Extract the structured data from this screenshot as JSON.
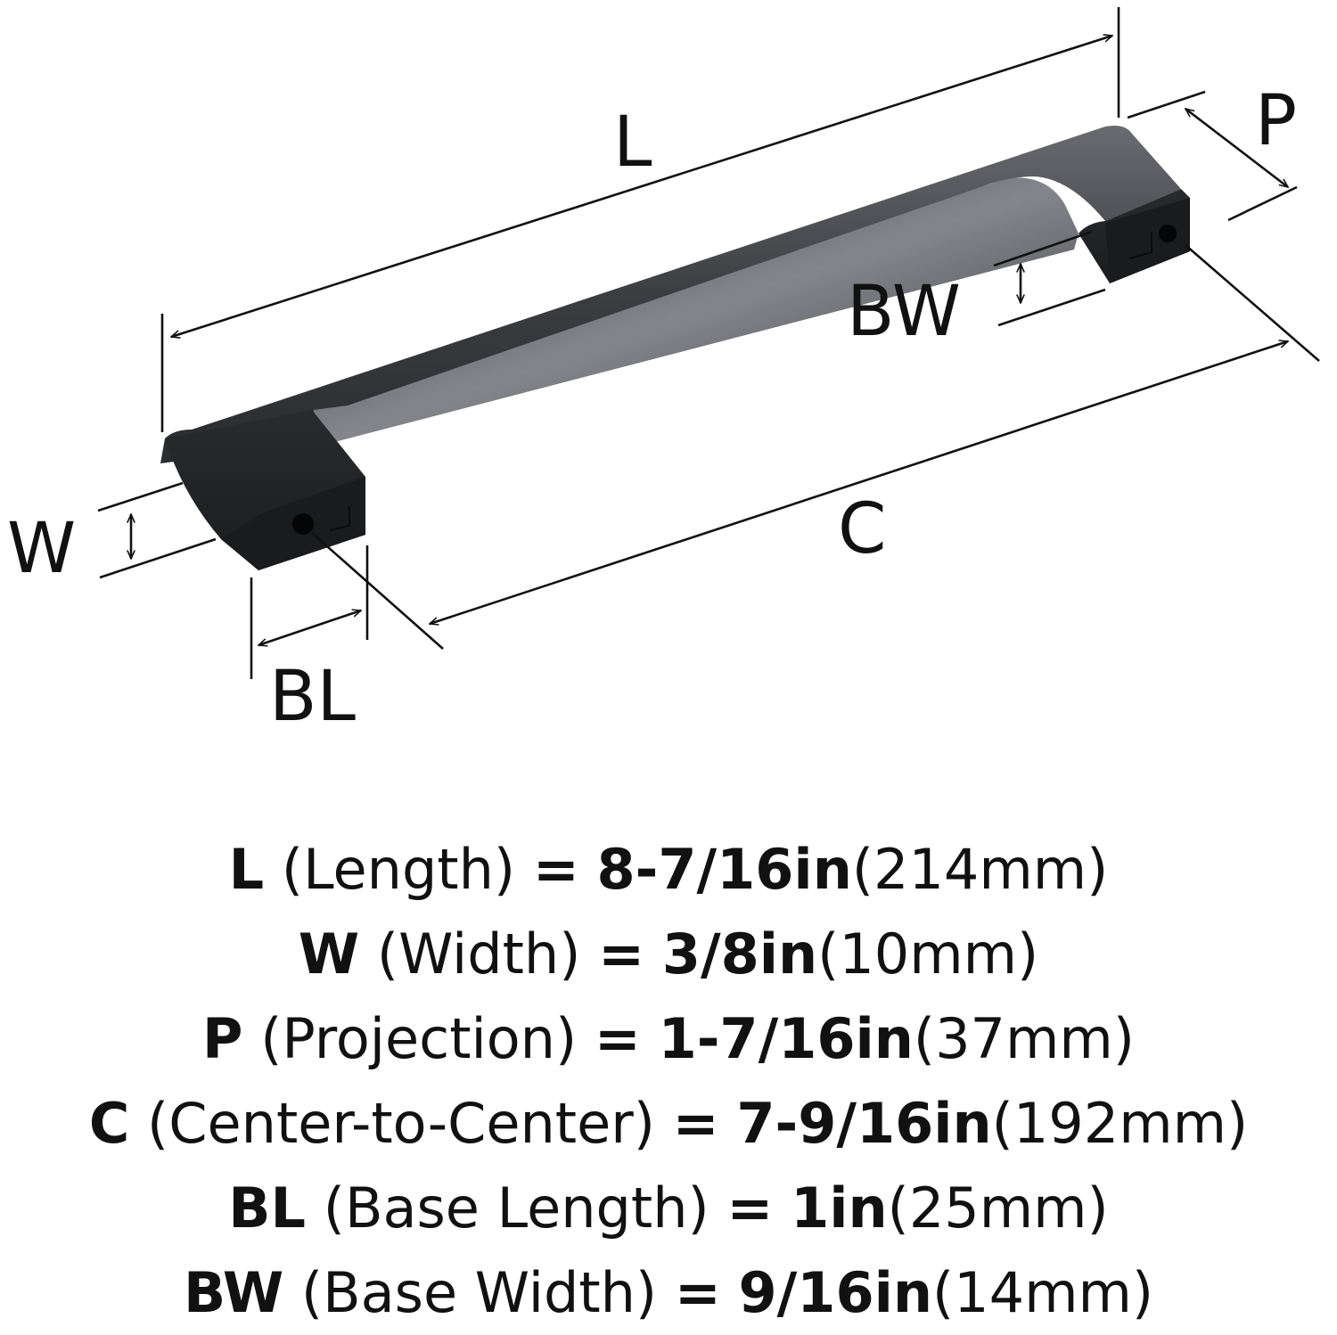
{
  "diagram": {
    "labels": {
      "L": "L",
      "P": "P",
      "BW": "BW",
      "W": "W",
      "C": "C",
      "BL": "BL"
    }
  },
  "specs": [
    {
      "key": "L",
      "name": "(Length)",
      "eq": "=",
      "imperial": "8-7/16in",
      "metric": "(214mm)"
    },
    {
      "key": "W",
      "name": "(Width)",
      "eq": "=",
      "imperial": "3/8in",
      "metric": "(10mm)"
    },
    {
      "key": "P",
      "name": "(Projection)",
      "eq": "=",
      "imperial": "1-7/16in",
      "metric": "(37mm)"
    },
    {
      "key": "C",
      "name": "(Center-to-Center)",
      "eq": "=",
      "imperial": "7-9/16in",
      "metric": "(192mm)"
    },
    {
      "key": "BL",
      "name": "(Base Length)",
      "eq": "=",
      "imperial": "1in",
      "metric": "(25mm)"
    },
    {
      "key": "BW",
      "name": "(Base Width)",
      "eq": "=",
      "imperial": "9/16in",
      "metric": "(14mm)"
    }
  ],
  "colors": {
    "ink": "#111111",
    "finish_dark": "#2a2b2e",
    "finish_mid": "#4a4b4f",
    "finish_light": "#8a8b90"
  }
}
